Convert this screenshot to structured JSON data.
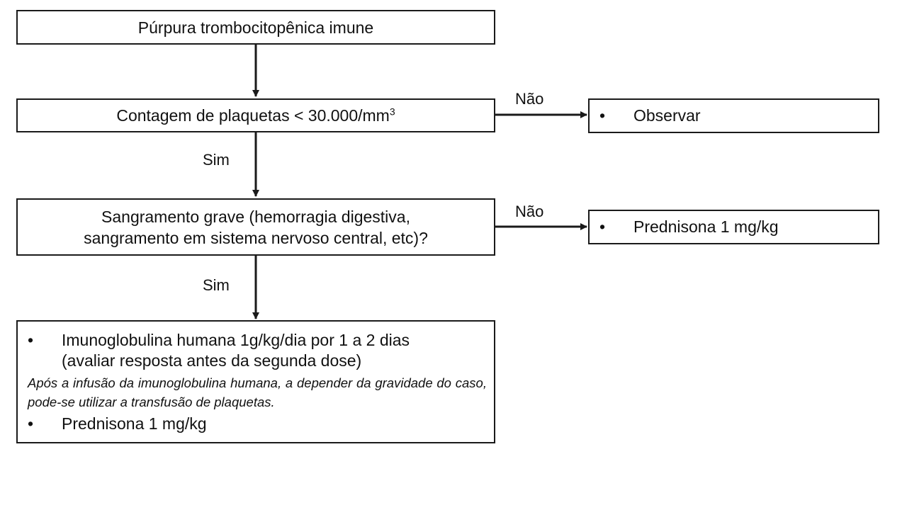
{
  "nodes": {
    "start": "Púrpura trombocitopênica imune",
    "platelet_check": {
      "text": "Contagem de plaquetas < 30.000/mm",
      "superscript": "3"
    },
    "bleeding_check": {
      "line1": "Sangramento grave (hemorragia digestiva,",
      "line2": "sangramento em sistema nervoso central, etc)?"
    },
    "observe": {
      "bullet": "•",
      "text": "Observar"
    },
    "prednisone_no": {
      "bullet": "•",
      "text": "Prednisona 1 mg/kg"
    },
    "treatment": {
      "item1_bullet": "•",
      "item1_line1": "Imunoglobulina humana 1g/kg/dia por 1 a 2 dias",
      "item1_line2": "(avaliar resposta antes da segunda dose)",
      "note": "Após a infusão da imunoglobulina humana, a depender da gravidade do caso, pode-se utilizar a transfusão de plaquetas.",
      "item2_bullet": "•",
      "item2_text": "Prednisona 1 mg/kg"
    }
  },
  "edges": {
    "platelet_no": "Não",
    "platelet_yes": "Sim",
    "bleeding_no": "Não",
    "bleeding_yes": "Sim"
  },
  "colors": {
    "line": "#1a1a1a",
    "background": "#ffffff"
  }
}
